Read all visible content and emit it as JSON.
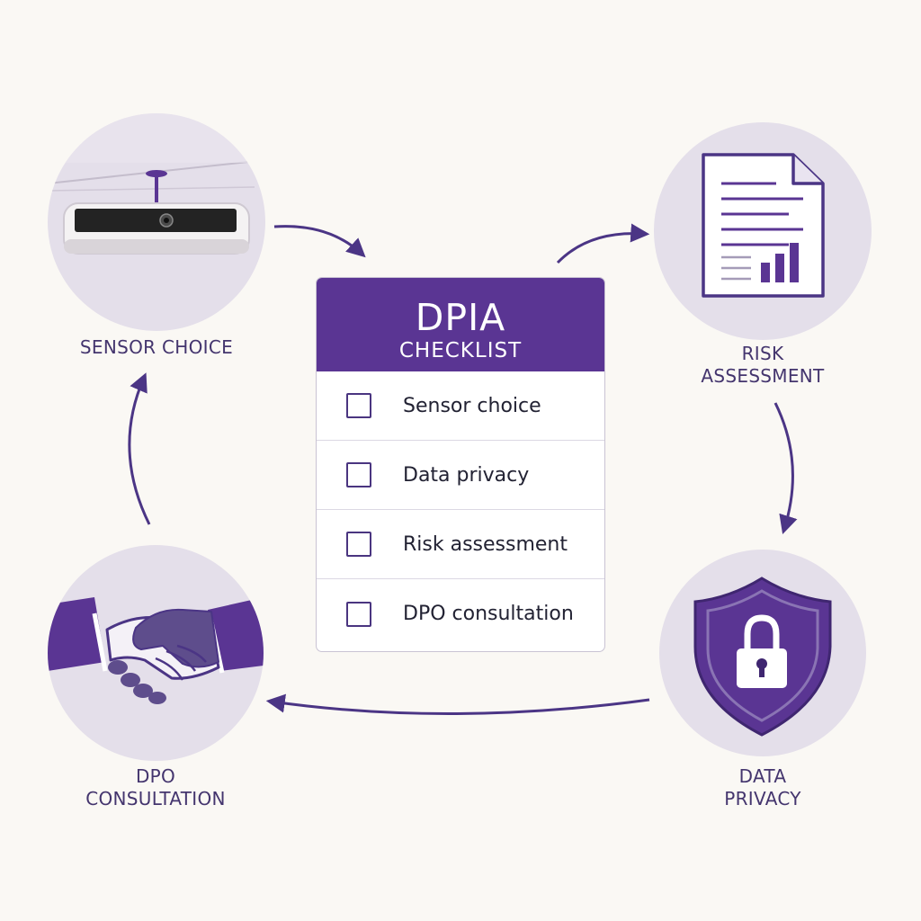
{
  "checklist": {
    "title": "DPIA",
    "subtitle": "CHECKLIST",
    "items": [
      {
        "label": "Sensor choice",
        "checked": false
      },
      {
        "label": "Data privacy",
        "checked": false
      },
      {
        "label": "Risk assessment",
        "checked": false
      },
      {
        "label": "DPO consultation",
        "checked": false
      }
    ]
  },
  "nodes": {
    "sensor_choice": {
      "label_lines": [
        "SENSOR CHOICE"
      ],
      "icon": "ceiling-sensor-icon"
    },
    "risk_assessment": {
      "label_lines": [
        "RISK",
        "ASSESSMENT"
      ],
      "icon": "report-document-icon"
    },
    "data_privacy": {
      "label_lines": [
        "DATA",
        "PRIVACY"
      ],
      "icon": "shield-lock-icon"
    },
    "dpo_consultation": {
      "label_lines": [
        "DPO",
        "CONSULTATION"
      ],
      "icon": "handshake-icon"
    }
  },
  "colors": {
    "accent": "#5a3593",
    "circle_bg": "#e4dfea",
    "label_text": "#44356e",
    "arrow": "#4b3585",
    "background": "#faf8f4"
  }
}
